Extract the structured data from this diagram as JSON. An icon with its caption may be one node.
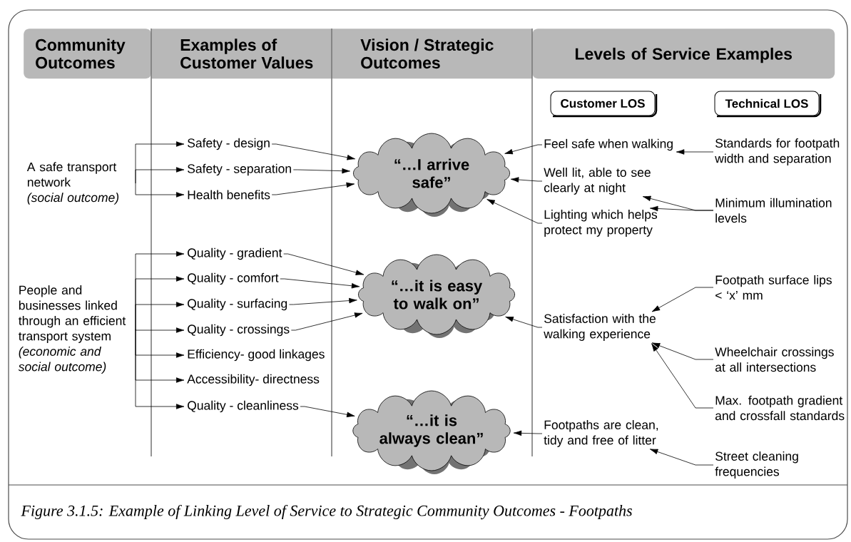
{
  "diagram": {
    "caption": "Figure 3.1.5:  Example of Linking Level of Service to Strategic Community Outcomes - Footpaths",
    "nodes": [
      {
        "text": [
          "Community Outcomes"
        ]
      },
      {
        "text": [
          "Examples of Customer Values"
        ]
      },
      {
        "text": [
          "Vision / Strategic Outcomes"
        ]
      },
      {
        "text": [
          "Levels of Service Examples"
        ]
      },
      {
        "text": [
          "Customer LOS"
        ]
      },
      {
        "text": [
          "Technical LOS"
        ]
      },
      {
        "text": [
          "A safe transport network",
          "(social outcome)"
        ]
      },
      {
        "text": [
          "Safety - design"
        ]
      },
      {
        "text": [
          "Safety - separation"
        ]
      },
      {
        "text": [
          "Health benefits"
        ]
      },
      {
        "text": [
          "“…I arrive safe”"
        ]
      },
      {
        "text": [
          "Feel safe when walking"
        ]
      },
      {
        "text": [
          "Standards for footpath width and separation"
        ]
      },
      {
        "text": [
          "Well lit, able to see clearly at night"
        ]
      },
      {
        "text": [
          "Lighting which helps protect my property"
        ]
      },
      {
        "text": [
          "Minimum illumination levels"
        ]
      },
      {
        "text": [
          "People and businesses linked through an efficient transport system",
          "(economic and social outcome)"
        ]
      },
      {
        "text": [
          "Quality - gradient"
        ]
      },
      {
        "text": [
          "Quality - comfort"
        ]
      },
      {
        "text": [
          "Quality - surfacing"
        ]
      },
      {
        "text": [
          "Quality - crossings"
        ]
      },
      {
        "text": [
          "Efficiency- good linkages"
        ]
      },
      {
        "text": [
          "Accessibility- directness"
        ]
      },
      {
        "text": [
          "Quality - cleanliness"
        ]
      },
      {
        "text": [
          "“…it is easy to walk on”"
        ]
      },
      {
        "text": [
          "Footpath surface lips < ‘x’ mm"
        ]
      },
      {
        "text": [
          "Satisfaction with the walking experience"
        ]
      },
      {
        "text": [
          "Wheelchair crossings at all intersections"
        ]
      },
      {
        "text": [
          "Max. footpath gradient and crossfall standards"
        ]
      },
      {
        "text": [
          "“…it is always clean”"
        ]
      },
      {
        "text": [
          "Footpaths are clean, tidy and free of litter"
        ]
      },
      {
        "text": [
          "Street cleaning frequencies"
        ]
      }
    ],
    "edges": [
      {
        "from": 6,
        "to": 7,
        "arrow": "to"
      },
      {
        "from": 6,
        "to": 8,
        "arrow": "to"
      },
      {
        "from": 6,
        "to": 9,
        "arrow": "to"
      },
      {
        "from": 7,
        "to": 10,
        "arrow": "to"
      },
      {
        "from": 8,
        "to": 10,
        "arrow": "to"
      },
      {
        "from": 9,
        "to": 10,
        "arrow": "to"
      },
      {
        "from": 11,
        "to": 10,
        "arrow": "to"
      },
      {
        "from": 13,
        "to": 10,
        "arrow": "to"
      },
      {
        "from": 14,
        "to": 10,
        "arrow": "to"
      },
      {
        "from": 12,
        "to": 11,
        "arrow": "to"
      },
      {
        "from": 15,
        "to": 13,
        "arrow": "to"
      },
      {
        "from": 15,
        "to": 14,
        "arrow": "to"
      },
      {
        "from": 16,
        "to": 17,
        "arrow": "to"
      },
      {
        "from": 16,
        "to": 18,
        "arrow": "to"
      },
      {
        "from": 16,
        "to": 19,
        "arrow": "to"
      },
      {
        "from": 16,
        "to": 20,
        "arrow": "to"
      },
      {
        "from": 16,
        "to": 21,
        "arrow": "to"
      },
      {
        "from": 16,
        "to": 22,
        "arrow": "to"
      },
      {
        "from": 16,
        "to": 23,
        "arrow": "to"
      },
      {
        "from": 17,
        "to": 24,
        "arrow": "to"
      },
      {
        "from": 18,
        "to": 24,
        "arrow": "to"
      },
      {
        "from": 19,
        "to": 24,
        "arrow": "to"
      },
      {
        "from": 20,
        "to": 24,
        "arrow": "to"
      },
      {
        "from": 26,
        "to": 24,
        "arrow": "to"
      },
      {
        "from": 25,
        "to": 26,
        "arrow": "to"
      },
      {
        "from": 27,
        "to": 26,
        "arrow": "to"
      },
      {
        "from": 28,
        "to": 26,
        "arrow": "to"
      },
      {
        "from": 23,
        "to": 29,
        "arrow": "to"
      },
      {
        "from": 30,
        "to": 29,
        "arrow": "to"
      },
      {
        "from": 31,
        "to": 30,
        "arrow": "to"
      }
    ]
  }
}
